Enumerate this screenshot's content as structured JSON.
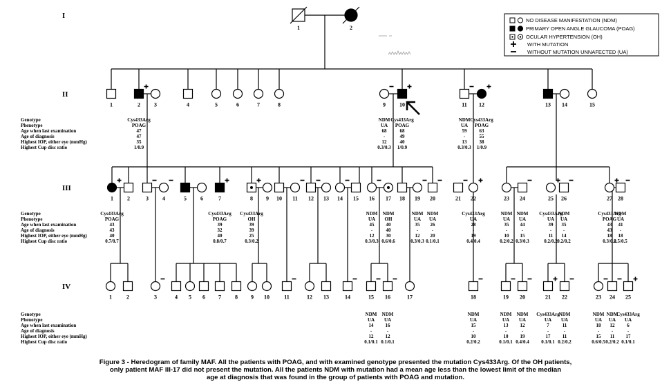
{
  "generations": [
    "I",
    "II",
    "III",
    "IV"
  ],
  "legend": [
    {
      "symbol": "open",
      "text": "NO DISEASE MANIFESTATION (NDM)"
    },
    {
      "symbol": "filled",
      "text": "PRIMARY OPEN ANGLE GLAUCOMA (POAG)"
    },
    {
      "symbol": "dotted",
      "text": "OCULAR HYPERTENSION (OH)"
    },
    {
      "symbol": "plus",
      "text": "WITH MUTATION"
    },
    {
      "symbol": "minus",
      "text": "WITHOUT MUTATION  UNNAFECTED (UA)"
    }
  ],
  "row_labels": [
    "Genotype",
    "Phenotype",
    "Age when last examination",
    "Age of diagnosis",
    "Highest IOP, either eye (mmHg)",
    "Highest Cup disc ratio"
  ],
  "gen_I": [
    {
      "id": "I-1",
      "label": "1",
      "sex": "M",
      "status": "open",
      "deceased": true,
      "mark": ""
    },
    {
      "id": "I-2",
      "label": "2",
      "sex": "F",
      "status": "filled",
      "deceased": true,
      "mark": ""
    }
  ],
  "gen_II": [
    {
      "label": "1",
      "sex": "M",
      "status": "open",
      "mark": ""
    },
    {
      "label": "2",
      "sex": "M",
      "status": "filled",
      "mark": "+"
    },
    {
      "label": "3",
      "sex": "F",
      "status": "open",
      "mark": ""
    },
    {
      "label": "4",
      "sex": "M",
      "status": "open",
      "mark": ""
    },
    {
      "label": "5",
      "sex": "F",
      "status": "open",
      "mark": ""
    },
    {
      "label": "6",
      "sex": "F",
      "status": "open",
      "mark": ""
    },
    {
      "label": "7",
      "sex": "F",
      "status": "open",
      "mark": ""
    },
    {
      "label": "8",
      "sex": "F",
      "status": "open",
      "mark": ""
    },
    {
      "label": "9",
      "sex": "F",
      "status": "open",
      "mark": "-"
    },
    {
      "label": "10",
      "sex": "M",
      "status": "filled",
      "mark": "+"
    },
    {
      "label": "11",
      "sex": "M",
      "status": "open",
      "mark": "-"
    },
    {
      "label": "12",
      "sex": "F",
      "status": "filled",
      "mark": "+"
    },
    {
      "label": "13",
      "sex": "M",
      "status": "filled",
      "mark": ""
    },
    {
      "label": "14",
      "sex": "F",
      "status": "open",
      "mark": ""
    },
    {
      "label": "15",
      "sex": "F",
      "status": "open",
      "mark": ""
    }
  ],
  "gen_II_data": [
    {
      "col": "2",
      "values": [
        "Cys433Arg",
        "POAG",
        "47",
        "47",
        "35",
        "1/0.9"
      ]
    },
    {
      "col": "9",
      "values": [
        "NDM",
        "UA",
        "68",
        "-",
        "12",
        "0.3/0.3"
      ]
    },
    {
      "col": "10",
      "values": [
        "Cys433Arg",
        "POAG",
        "68",
        "49",
        "40",
        "1/0.9"
      ]
    },
    {
      "col": "11",
      "values": [
        "NDM",
        "UA",
        "59",
        "-",
        "13",
        "0.3/0.3"
      ]
    },
    {
      "col": "12",
      "values": [
        "Cys433Arg",
        "POAG",
        "63",
        "55",
        "38",
        "1/0.9"
      ]
    }
  ],
  "gen_III": [
    {
      "label": "1",
      "sex": "F",
      "status": "filled",
      "mark": "+"
    },
    {
      "label": "2",
      "sex": "M",
      "status": "open",
      "mark": ""
    },
    {
      "label": "3",
      "sex": "M",
      "status": "open",
      "mark": "-"
    },
    {
      "label": "4",
      "sex": "F",
      "status": "open",
      "mark": "-"
    },
    {
      "label": "5",
      "sex": "M",
      "status": "filled",
      "mark": ""
    },
    {
      "label": "6",
      "sex": "F",
      "status": "open",
      "mark": ""
    },
    {
      "label": "7",
      "sex": "M",
      "status": "filled",
      "mark": "+"
    },
    {
      "label": "8",
      "sex": "M",
      "status": "dotted",
      "mark": "+"
    },
    {
      "label": "9",
      "sex": "F",
      "status": "open",
      "mark": ""
    },
    {
      "label": "10",
      "sex": "M",
      "status": "open",
      "mark": ""
    },
    {
      "label": "11",
      "sex": "F",
      "status": "open",
      "mark": "-"
    },
    {
      "label": "12",
      "sex": "M",
      "status": "open",
      "mark": "-"
    },
    {
      "label": "13",
      "sex": "F",
      "status": "open",
      "mark": ""
    },
    {
      "label": "14",
      "sex": "F",
      "status": "open",
      "mark": "-"
    },
    {
      "label": "15",
      "sex": "M",
      "status": "open",
      "mark": ""
    },
    {
      "label": "16",
      "sex": "F",
      "status": "open",
      "mark": "-"
    },
    {
      "label": "17",
      "sex": "F",
      "status": "dotted",
      "mark": ""
    },
    {
      "label": "18",
      "sex": "M",
      "status": "open",
      "mark": ""
    },
    {
      "label": "19",
      "sex": "F",
      "status": "open",
      "mark": "-"
    },
    {
      "label": "20",
      "sex": "M",
      "status": "open",
      "mark": "-"
    },
    {
      "label": "21",
      "sex": "M",
      "status": "open",
      "mark": "-"
    },
    {
      "label": "22",
      "sex": "F",
      "status": "open",
      "mark": "+"
    },
    {
      "label": "23",
      "sex": "F",
      "status": "open",
      "mark": ""
    },
    {
      "label": "24",
      "sex": "M",
      "status": "open",
      "mark": "-"
    },
    {
      "label": "25",
      "sex": "F",
      "status": "open",
      "mark": "+"
    },
    {
      "label": "26",
      "sex": "M",
      "status": "open",
      "mark": "-"
    },
    {
      "label": "27",
      "sex": "F",
      "status": "open",
      "mark": "+"
    },
    {
      "label": "28",
      "sex": "M",
      "status": "open",
      "mark": "-"
    }
  ],
  "gen_III_data": [
    {
      "col": "1",
      "values": [
        "Cys433Arg",
        "POAG",
        "43",
        "43",
        "40",
        "0.7/0.7"
      ]
    },
    {
      "col": "7",
      "values": [
        "Cys433Arg",
        "POAG",
        "39",
        "32",
        "40",
        "0.8/0.7"
      ]
    },
    {
      "col": "8",
      "values": [
        "Cys433Arg",
        "OH",
        "39",
        "39",
        "25",
        "0.3/0.2"
      ]
    },
    {
      "col": "16",
      "values": [
        "NDM",
        "UA",
        "45",
        "-",
        "12",
        "0.3/0.3"
      ]
    },
    {
      "col": "17",
      "values": [
        "NDM",
        "OH",
        "40",
        "40",
        "30",
        "0.6/0.6"
      ]
    },
    {
      "col": "19",
      "values": [
        "NDM",
        "UA",
        "35",
        "-",
        "12",
        "0.3/0.3"
      ]
    },
    {
      "col": "20",
      "values": [
        "NDM",
        "UA",
        "26",
        "-",
        "20",
        "0.1/0.1"
      ]
    },
    {
      "col": "22",
      "values": [
        "Cys433Arg",
        "UA",
        "28",
        "-",
        "19",
        "0.4/0.4"
      ]
    },
    {
      "col": "23",
      "values": [
        "NDM",
        "UA",
        "35",
        "-",
        "10",
        "0.2/0.2"
      ]
    },
    {
      "col": "24",
      "values": [
        "NDM",
        "UA",
        "44",
        "-",
        "15",
        "0.3/0.3"
      ]
    },
    {
      "col": "25",
      "values": [
        "Cys433Arg",
        "UA",
        "39",
        "-",
        "11",
        "0.2/0.2"
      ]
    },
    {
      "col": "26",
      "values": [
        "NDM",
        "UA",
        "35",
        "-",
        "14",
        "0.2/0.2"
      ]
    },
    {
      "col": "27",
      "values": [
        "Cys433Arg",
        "POAG",
        "43",
        "43",
        "18",
        "0.3/0.2"
      ]
    },
    {
      "col": "28",
      "values": [
        "NDM",
        "UA",
        "41",
        "-",
        "18",
        "0.5/0.5"
      ]
    }
  ],
  "gen_IV": [
    {
      "label": "1",
      "sex": "F",
      "status": "open",
      "mark": ""
    },
    {
      "label": "2",
      "sex": "M",
      "status": "open",
      "mark": ""
    },
    {
      "label": "3",
      "sex": "F",
      "status": "open",
      "mark": "-"
    },
    {
      "label": "4",
      "sex": "M",
      "status": "open",
      "mark": ""
    },
    {
      "label": "5",
      "sex": "F",
      "status": "open",
      "mark": ""
    },
    {
      "label": "6",
      "sex": "M",
      "status": "open",
      "mark": ""
    },
    {
      "label": "7",
      "sex": "M",
      "status": "open",
      "mark": ""
    },
    {
      "label": "8",
      "sex": "M",
      "status": "open",
      "mark": ""
    },
    {
      "label": "9",
      "sex": "F",
      "status": "open",
      "mark": ""
    },
    {
      "label": "10",
      "sex": "F",
      "status": "open",
      "mark": ""
    },
    {
      "label": "11",
      "sex": "M",
      "status": "open",
      "mark": "-"
    },
    {
      "label": "12",
      "sex": "F",
      "status": "open",
      "mark": ""
    },
    {
      "label": "13",
      "sex": "M",
      "status": "open",
      "mark": ""
    },
    {
      "label": "14",
      "sex": "M",
      "status": "open",
      "mark": "-"
    },
    {
      "label": "15",
      "sex": "M",
      "status": "open",
      "mark": "-"
    },
    {
      "label": "16",
      "sex": "M",
      "status": "open",
      "mark": "-"
    },
    {
      "label": "17",
      "sex": "F",
      "status": "open",
      "mark": ""
    },
    {
      "label": "18",
      "sex": "M",
      "status": "open",
      "mark": "-"
    },
    {
      "label": "19",
      "sex": "M",
      "status": "open",
      "mark": "-"
    },
    {
      "label": "20",
      "sex": "M",
      "status": "open",
      "mark": "-"
    },
    {
      "label": "21",
      "sex": "M",
      "status": "open",
      "mark": "+"
    },
    {
      "label": "22",
      "sex": "M",
      "status": "open",
      "mark": "-"
    },
    {
      "label": "23",
      "sex": "F",
      "status": "open",
      "mark": "-"
    },
    {
      "label": "24",
      "sex": "M",
      "status": "open",
      "mark": "-"
    },
    {
      "label": "25",
      "sex": "M",
      "status": "open",
      "mark": "+"
    }
  ],
  "gen_IV_data": [
    {
      "col": "15",
      "values": [
        "NDM",
        "UA",
        "14",
        "-",
        "12",
        "0.1/0.1"
      ]
    },
    {
      "col": "16",
      "values": [
        "NDM",
        "UA",
        "16",
        "-",
        "12",
        "0.1/0.1"
      ]
    },
    {
      "col": "18",
      "values": [
        "NDM",
        "UA",
        "15",
        "-",
        "10",
        "0.2/0.2"
      ]
    },
    {
      "col": "19",
      "values": [
        "NDM",
        "UA",
        "13",
        "-",
        "10",
        "0.1/0.1"
      ]
    },
    {
      "col": "20",
      "values": [
        "NDM",
        "UA",
        "12",
        "-",
        "19",
        "0.4/0.4"
      ]
    },
    {
      "col": "21",
      "values": [
        "Cys433Arg",
        "UA",
        "7",
        "-",
        "17",
        "0.1/0.1"
      ]
    },
    {
      "col": "22",
      "values": [
        "NDM",
        "UA",
        "11",
        "-",
        "11",
        "0.2/0.2"
      ]
    },
    {
      "col": "23",
      "values": [
        "NDM",
        "UA",
        "18",
        "-",
        "15",
        "0.6/0.5"
      ]
    },
    {
      "col": "24",
      "values": [
        "NDM",
        "UA",
        "12",
        "-",
        "11",
        "0.2/0.2"
      ]
    },
    {
      "col": "25",
      "values": [
        "Cys433Arg",
        "UA",
        "6",
        "-",
        "17",
        "0.1/0.1"
      ]
    }
  ],
  "caption": [
    "Figure 3 - Heredogram of family MAF. All the patients with POAG, and with examined genotype presented the mutation Cys433Arg. Of the OH patients,",
    "only patient MAF III-17 did not present the mutation. All the patients NDM with mutation had a mean age less than the lowest limit of the median",
    "age at diagnosis that was found in the group of patients with POAG and mutation."
  ]
}
